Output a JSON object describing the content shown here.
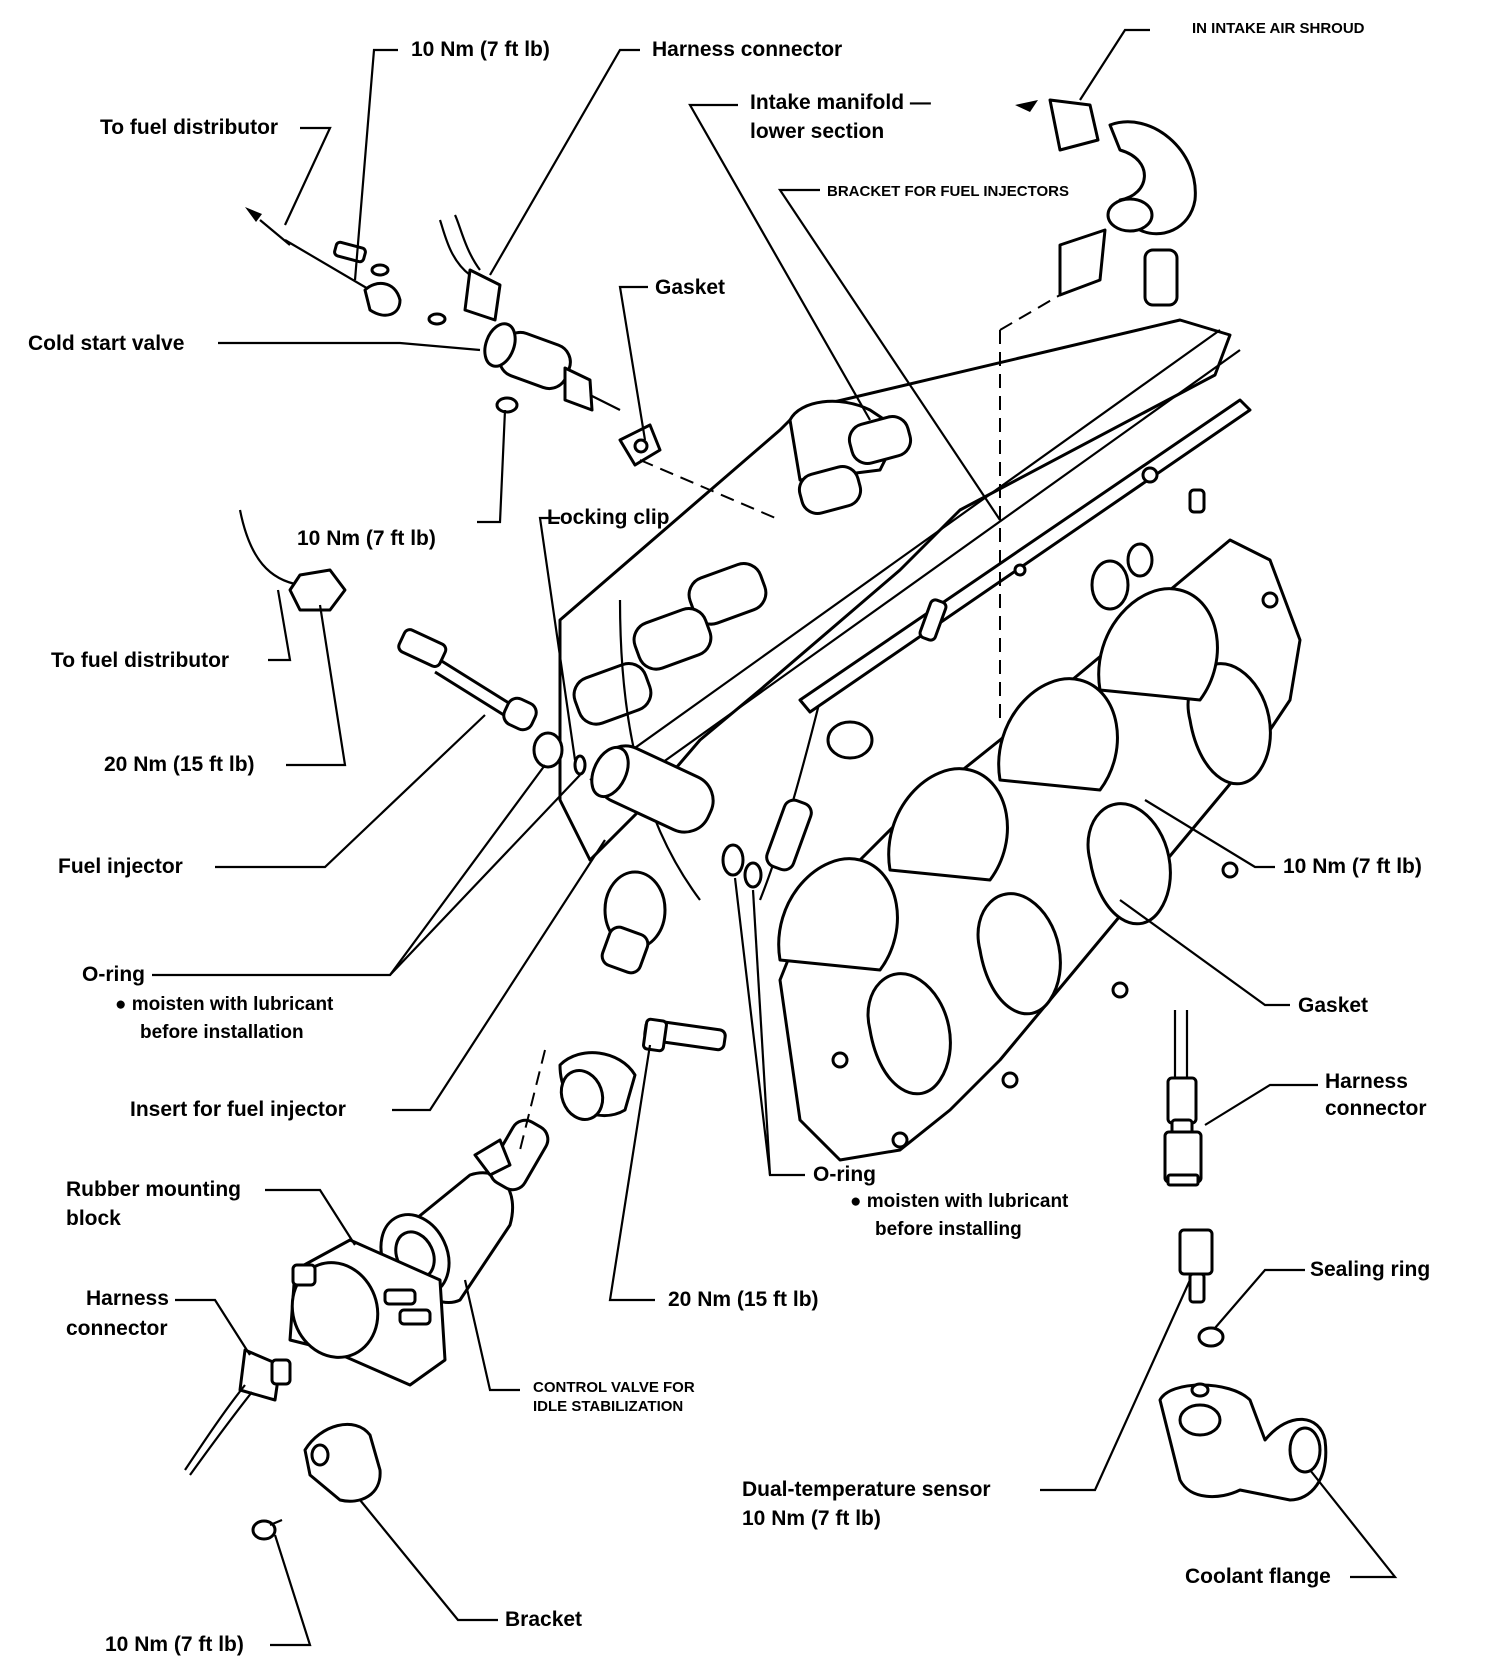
{
  "labels": {
    "torque_cold_start_bolt": "10 Nm (7 ft lb)",
    "harness_connector_top": "Harness connector",
    "in_intake_air_shroud": "IN INTAKE AIR SHROUD",
    "to_fuel_distributor_top": "To fuel distributor",
    "intake_manifold_lower_line1": "Intake manifold —",
    "intake_manifold_lower_line2": "lower section",
    "bracket_for_fuel_injectors": "BRACKET FOR FUEL INJECTORS",
    "gasket_top": "Gasket",
    "cold_start_valve": "Cold start valve",
    "torque_cold_start_mount": "10 Nm (7 ft lb)",
    "locking_clip": "Locking clip",
    "to_fuel_distributor_mid": "To fuel distributor",
    "torque_fuel_line": "20 Nm (15 ft lb)",
    "fuel_injector": "Fuel injector",
    "torque_manifold_nut": "10 Nm (7 ft lb)",
    "o_ring_left": "O-ring",
    "o_ring_left_note_line1": "● moisten with lubricant",
    "o_ring_left_note_line2": "before installation",
    "gasket_right": "Gasket",
    "insert_for_fuel_injector": "Insert for fuel injector",
    "harness_connector_right_line1": "Harness",
    "harness_connector_right_line2": "connector",
    "o_ring_right": "O-ring",
    "o_ring_right_note_line1": "● moisten with lubricant",
    "o_ring_right_note_line2": "before installing",
    "rubber_mounting_block_line1": "Rubber mounting",
    "rubber_mounting_block_line2": "block",
    "sealing_ring": "Sealing ring",
    "harness_connector_left_line1": "Harness",
    "harness_connector_left_line2": "connector",
    "torque_stud": "20 Nm (15 ft lb)",
    "control_valve_line1": "CONTROL VALVE FOR",
    "control_valve_line2": "IDLE STABILIZATION",
    "dual_temperature_sensor": "Dual-temperature sensor",
    "torque_sensor": "10 Nm (7 ft lb)",
    "coolant_flange": "Coolant flange",
    "bracket_bottom": "Bracket",
    "torque_bracket_bolt": "10 Nm (7 ft lb)"
  }
}
